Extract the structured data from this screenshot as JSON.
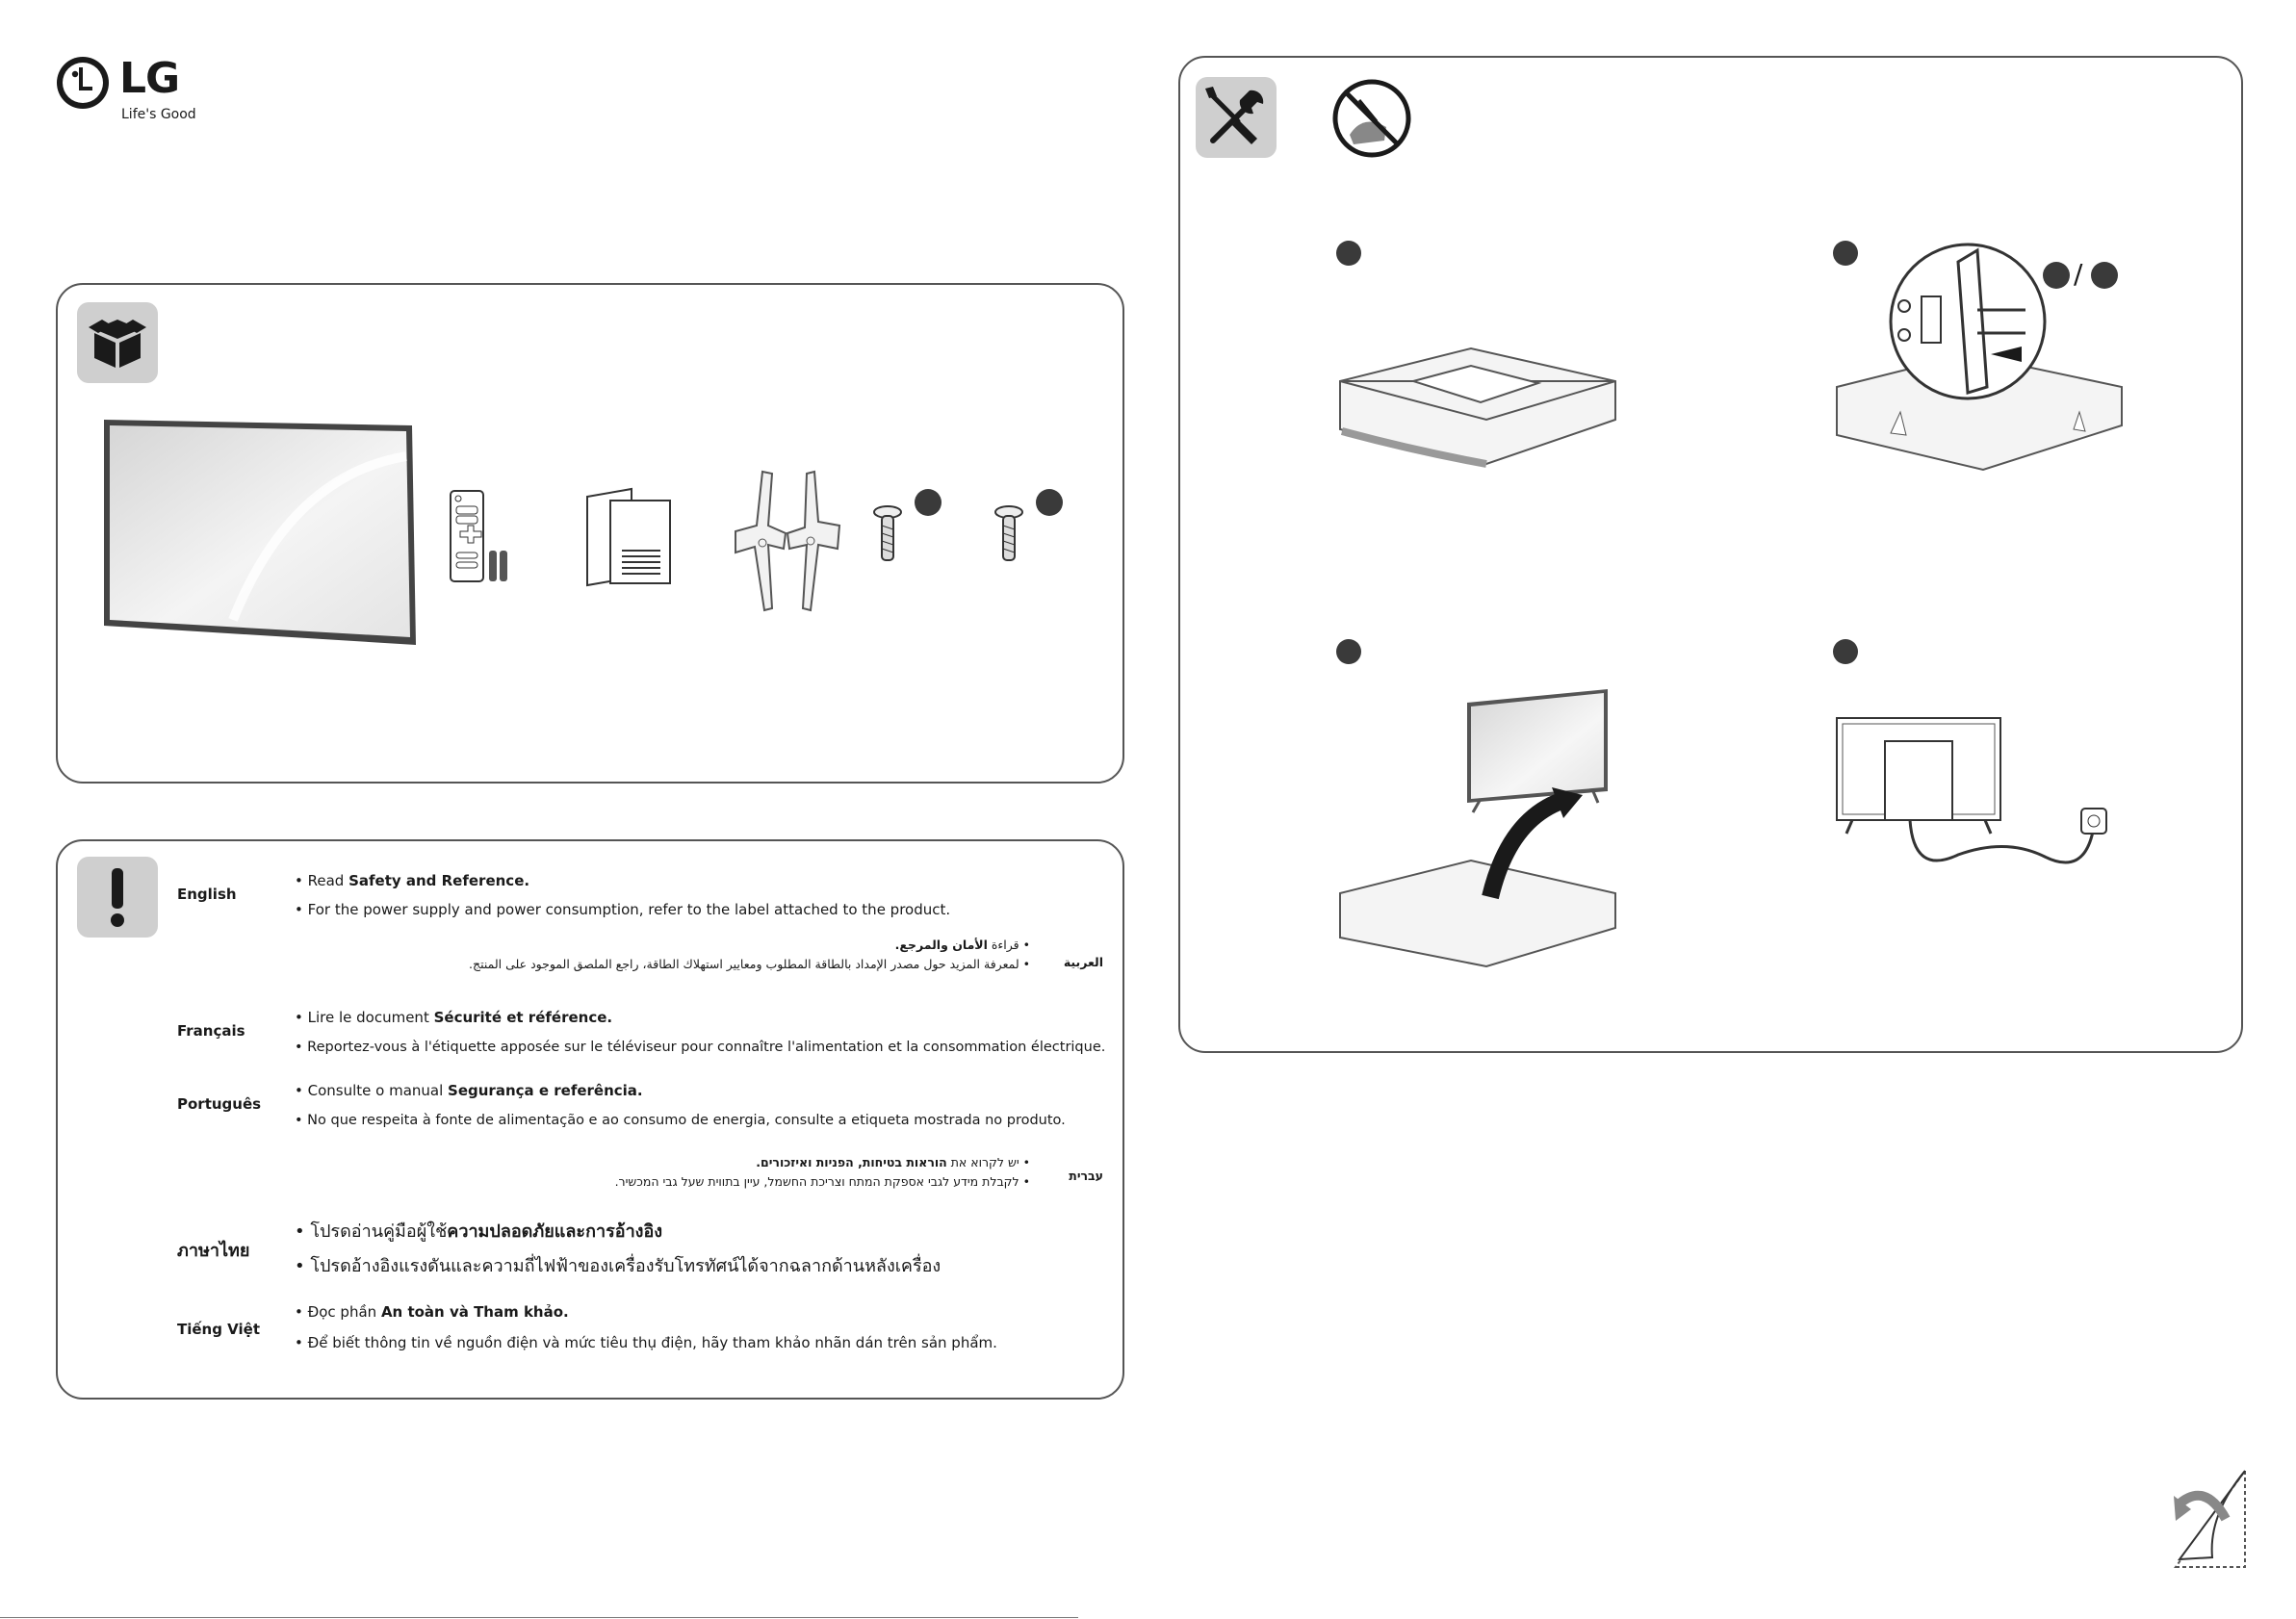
{
  "brand": {
    "name": "LG",
    "tagline": "Life's Good"
  },
  "notes": {
    "english": {
      "language": "English",
      "line1_prefix": "• Read ",
      "line1_bold": "Safety and Reference.",
      "line2": "• For the power supply and power consumption, refer to the label attached to the product."
    },
    "arabic": {
      "language": "العربية",
      "line1_prefix": "• قراءة ",
      "line1_bold": "الأمان والمرجع.",
      "line2": "• لمعرفة المزيد حول مصدر الإمداد بالطاقة المطلوب ومعايير استهلاك الطاقة، راجع الملصق الموجود على المنتج."
    },
    "french": {
      "language": "Français",
      "line1_prefix": "• Lire le document ",
      "line1_bold": "Sécurité et référence.",
      "line2": "• Reportez-vous à l'étiquette apposée sur le téléviseur pour connaître l'alimentation et la consommation électrique."
    },
    "portuguese": {
      "language": "Português",
      "line1_prefix": "• Consulte o manual ",
      "line1_bold": "Segurança e referência.",
      "line2": "• No que respeita à fonte de alimentação e ao consumo de energia, consulte a etiqueta mostrada no produto."
    },
    "hebrew": {
      "language": "עברית",
      "line1_prefix": "• יש לקרוא את ",
      "line1_bold": "הוראות בטיחות, הפניות ואיזכורים.",
      "line2": "• לקבלת מידע לגבי אספקת המתח וצריכת החשמל, עיין בתווית שעל גבי המכשיר."
    },
    "thai": {
      "language": "ภาษาไทย",
      "line1_prefix": "• โปรดอ่านคู่มือผู้ใช้",
      "line1_bold": "ความปลอดภัยและการอ้างอิง",
      "line2": "• โปรดอ้างอิงแรงดันและความถี่ไฟฟ้าของเครื่องรับโทรทัศน์ได้จากฉลากด้านหลังเครื่อง"
    },
    "vietnamese": {
      "language": "Tiếng Việt",
      "line1_prefix": "• Đọc phần ",
      "line1_bold": "An toàn và Tham khảo.",
      "line2": "• Để biết thông tin về nguồn điện và mức tiêu thụ điện, hãy tham khảo nhãn dán trên sản phẩm."
    }
  },
  "icons": {
    "box": "box-contents-icon",
    "warning": "exclamation-icon",
    "tools": "screwdriver-wrench-icon",
    "no_knife": "no-sharp-tool-icon",
    "page_turn": "page-turn-icon"
  },
  "separator": "/",
  "colors": {
    "panel_border": "#555555",
    "tile_bg": "#cfcfcf",
    "dot": "#3a3a3a"
  }
}
